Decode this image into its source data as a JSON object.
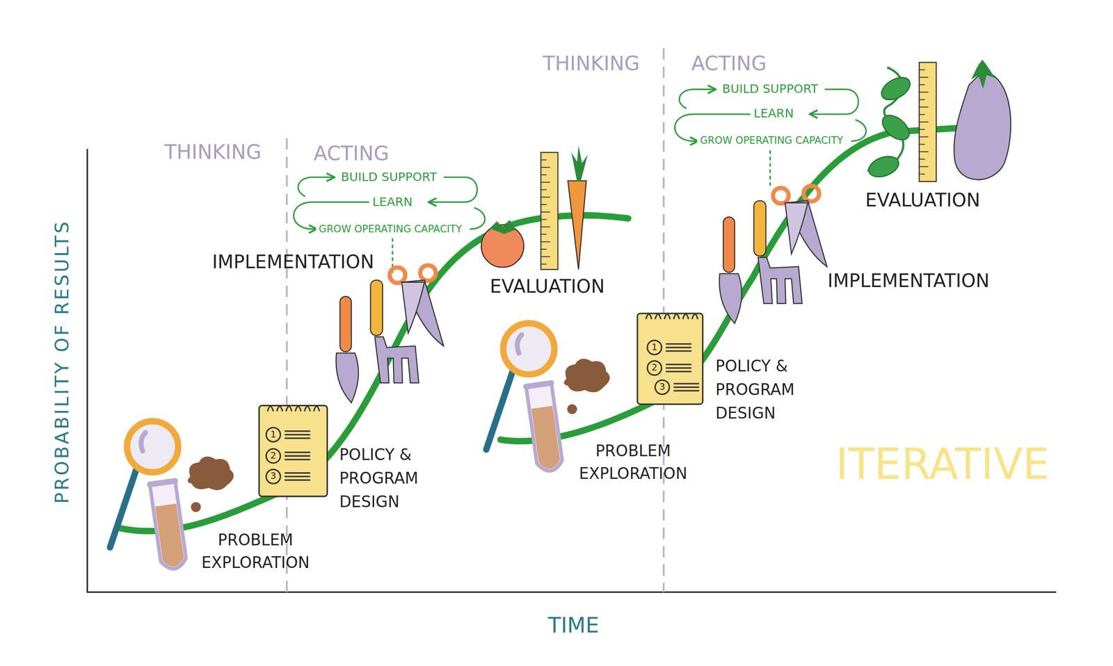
{
  "diagram": {
    "labels": [
      "THINKING",
      "ACTING",
      "BUILD SUPPORT",
      "LEARN",
      "GROW OPERATING CAPACITY",
      "IMPLEMENTATION",
      "EVALUATION",
      "POLICY & PROGRAM DESIGN",
      "1",
      "2",
      "3",
      "PROBLEM EXPLORATION",
      "THINKING",
      "ACTING",
      "BUILD SUPPORT",
      "LEARN",
      "GROW OPERATING CAPACITY",
      "EVALUATION",
      "IMPLEMENTATION",
      "POLICY & PROGRAM DESIGN",
      "1",
      "2",
      "3",
      "PROBLEM EXPLORATION",
      "ITERATIVE",
      "PROBABILITY OF RESULTS",
      "TIME"
    ]
  }
}
